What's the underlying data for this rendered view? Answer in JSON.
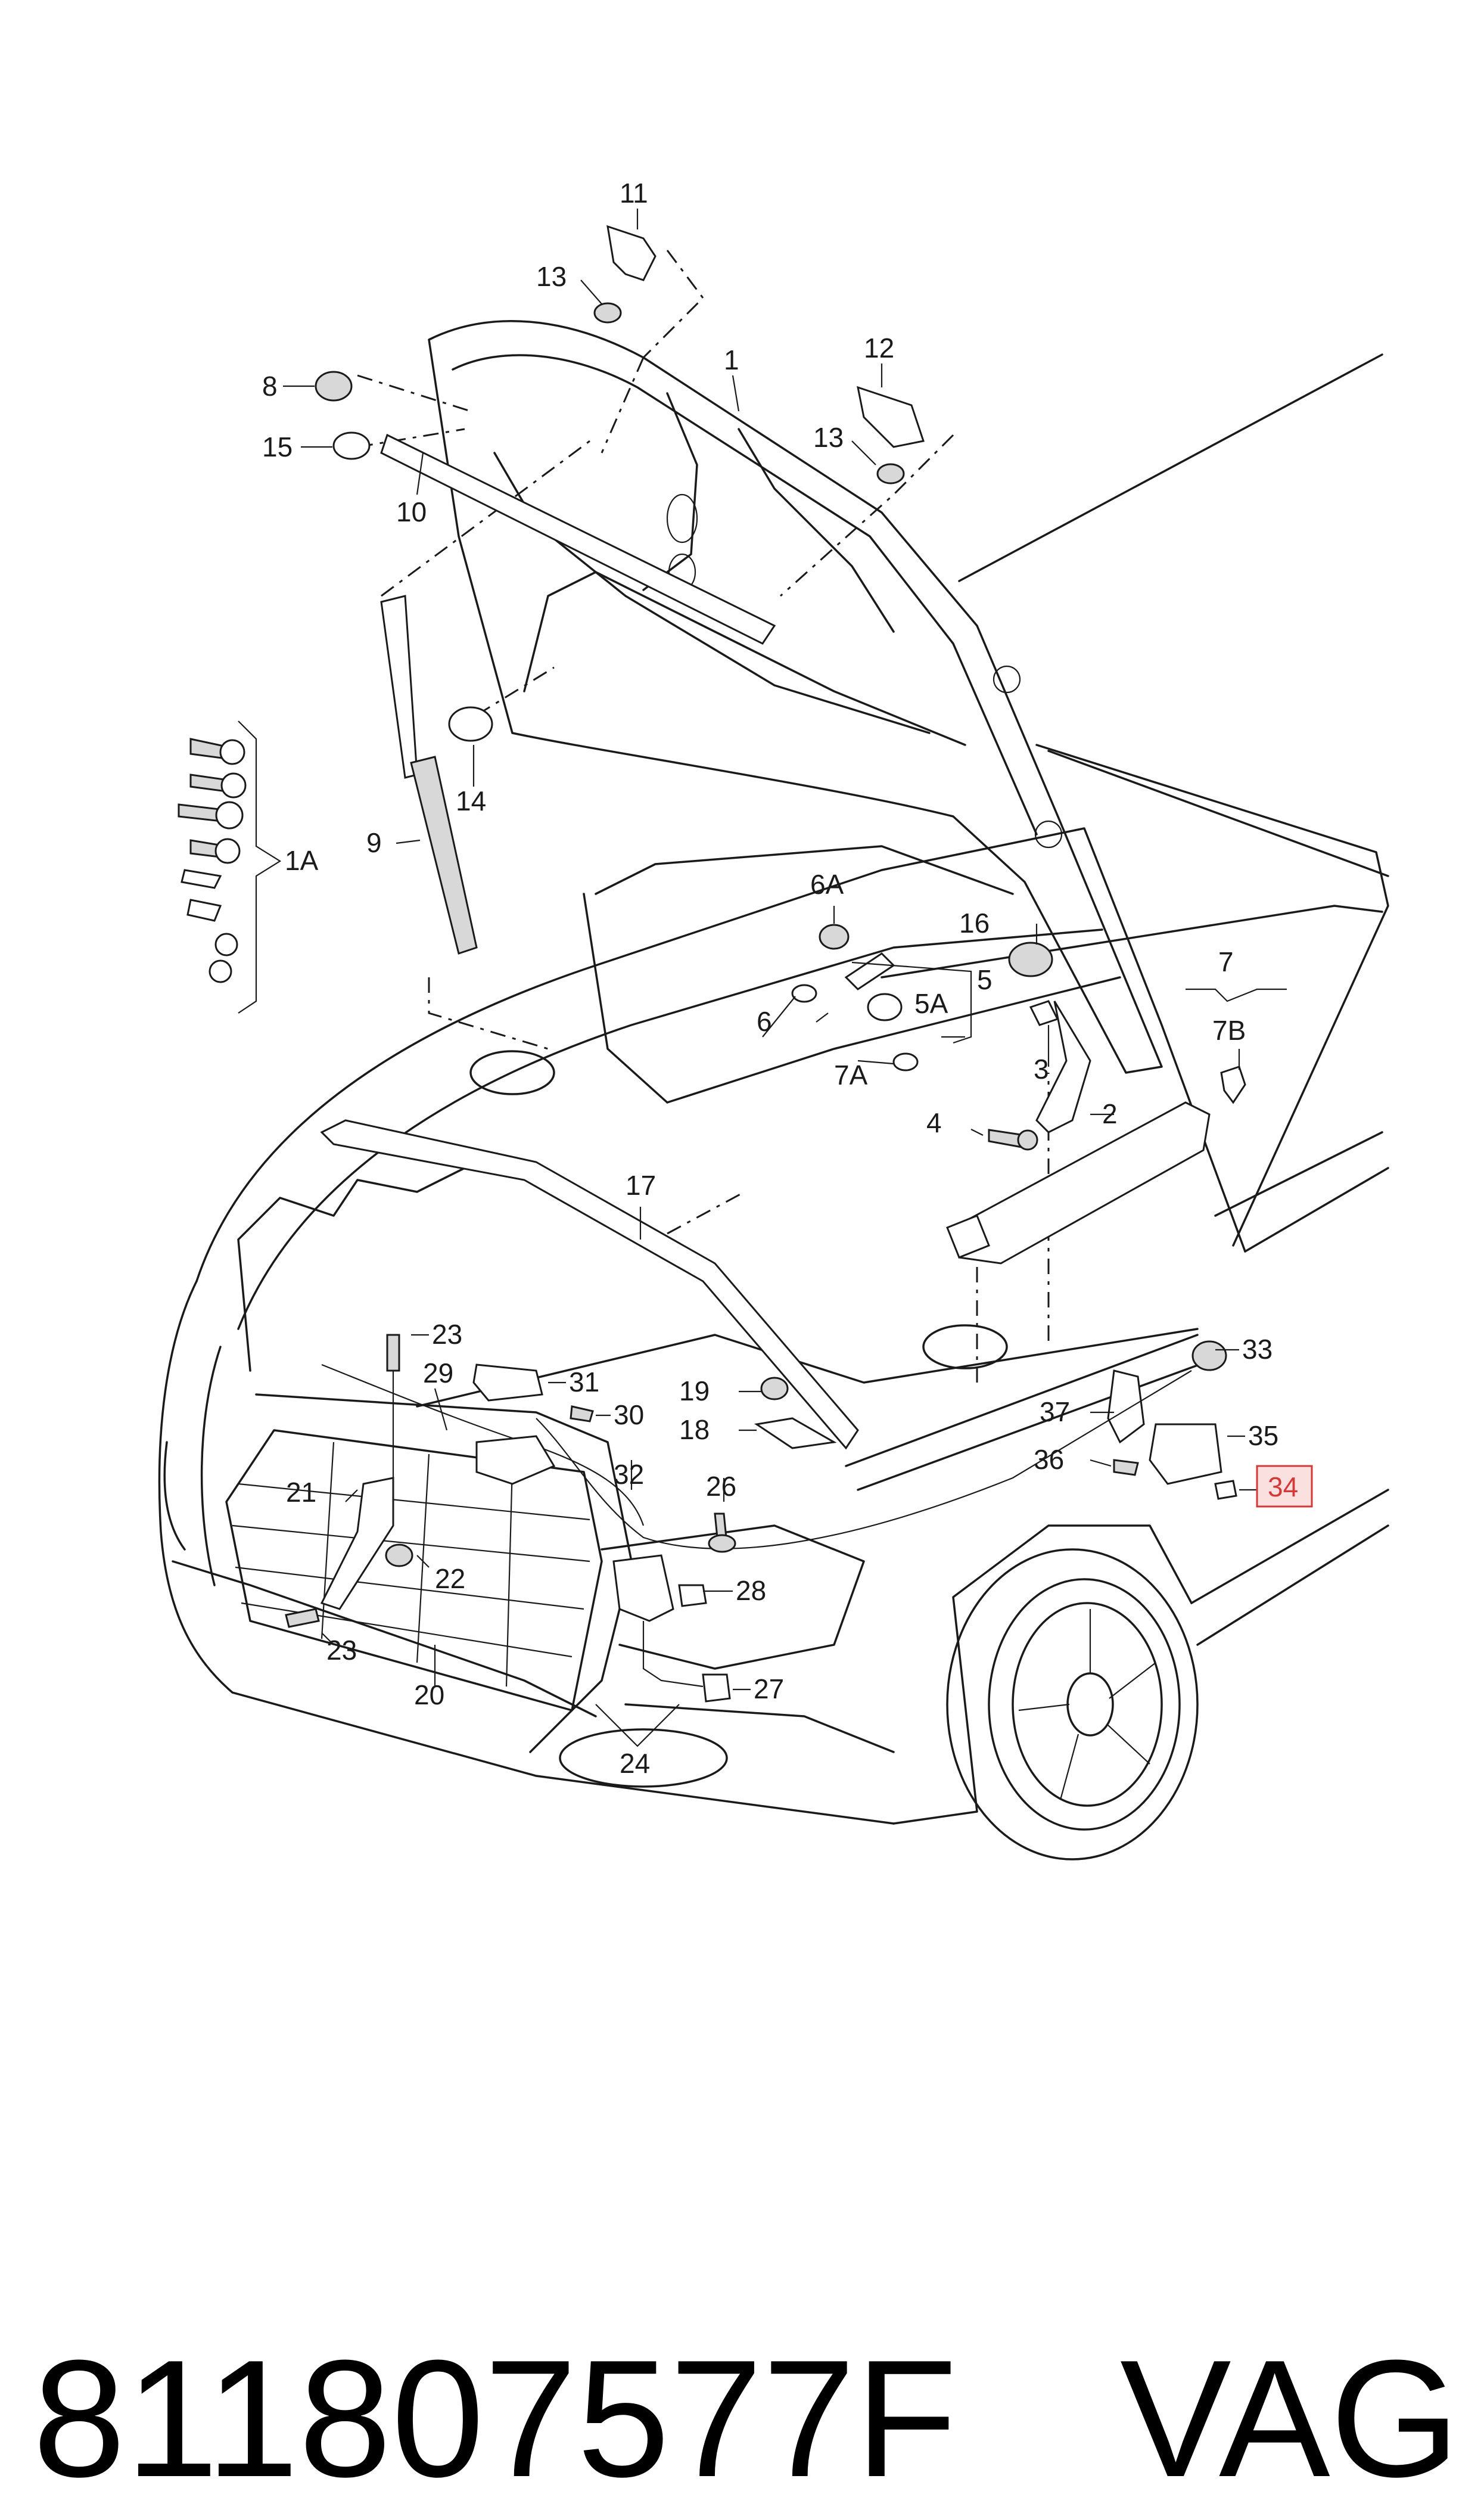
{
  "diagram": {
    "highlight_color": "#d23a3a",
    "callouts": {
      "c1": "1",
      "c1A": "1A",
      "c2": "2",
      "c3": "3",
      "c4": "4",
      "c5": "5",
      "c5A": "5A",
      "c6": "6",
      "c6A": "6A",
      "c7": "7",
      "c7A": "7A",
      "c7B": "7B",
      "c8": "8",
      "c9": "9",
      "c10": "10",
      "c11": "11",
      "c12": "12",
      "c13a": "13",
      "c13b": "13",
      "c14": "14",
      "c15": "15",
      "c16": "16",
      "c17": "17",
      "c18": "18",
      "c19": "19",
      "c20": "20",
      "c21": "21",
      "c22": "22",
      "c23a": "23",
      "c23b": "23",
      "c24": "24",
      "c26": "26",
      "c27": "27",
      "c28": "28",
      "c29": "29",
      "c30": "30",
      "c31": "31",
      "c32": "32",
      "c33": "33",
      "c34": "34",
      "c35": "35",
      "c36": "36",
      "c37": "37"
    },
    "highlighted_callout": "34"
  },
  "footer": {
    "part_number": "811807577F",
    "brand": "VAG"
  }
}
